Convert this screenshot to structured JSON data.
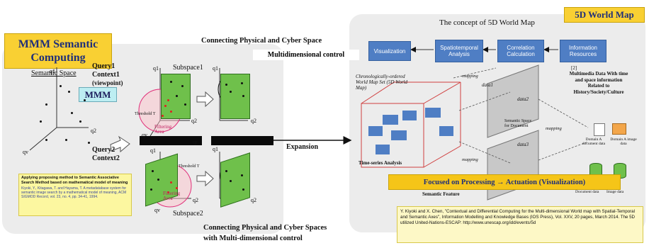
{
  "left": {
    "title": "MMM Semantic Computing",
    "semantic_space": "Semantic Space",
    "query1": "Query1",
    "context1": "Context1",
    "viewpoint": "(viewpoint)",
    "mmm": "MMM",
    "query2": "Query2",
    "context2": "Context2",
    "subspace1": "Subspace1",
    "subspace2": "Subspace2",
    "threshold": "Threshold T",
    "filtering_area": "Filtering Area",
    "q1": "q1",
    "q2": "q2",
    "qv": "qv",
    "qr": "qr",
    "note_title": "Applying proposing method to Semantic Associative Search Method based on mathematical model of meaning",
    "note_ref": "Kiyoki, Y., Kitagawa, T. and Hayama, T. A metadatabase system for semantic image search by a mathematical model of meaning, ACM SIGMOD Record, vol. 23, no. 4, pp. 34-41, 1994."
  },
  "center": {
    "connecting_top": "Connecting Physical and Cyber Space",
    "multidim_control": "Multidimensional  control",
    "expansion": "Expansion",
    "connecting_bottom_1": "Connecting Physical and Cyber Spaces",
    "connecting_bottom_2": "with Multi-dimensional control"
  },
  "right": {
    "title_badge": "5D World Map",
    "concept_title": "The concept of 5D World Map",
    "flow_boxes": [
      "Visualization",
      "Spatiotemporal Analysis",
      "Correlation Calculation",
      "Information Resources"
    ],
    "world_map_label": "Chronologically-ordered World Map Set (5D World Map)",
    "ref2": "[2]",
    "multimedia_text": "Multimedia Data With time and space information Related to History/Society/Culture",
    "semantic_space_doc": "Semantic Space for Document",
    "time_series": "Time-series Analysis",
    "semantic_feature": "Semantic Feature",
    "domain_doc": "Domain A document data",
    "domain_img": "Domain A image data",
    "doc_data": "Document data",
    "img_data": "Image data",
    "mapping": "mapping",
    "data1": "data1",
    "data2": "data2",
    "data3": "data3",
    "focus_banner": "Focused on Processing → Actuation (Visualization)",
    "citation": "Y. Kiyoki and X. Chen, \"Contextual and Differential Computing for the Multi-dimensional World map with Spatial-Temporal and Semantic Axes\", Information Modelling and Knowledge Bases (IOS Press), Vol. XXV, 20 pages, March 2014. The 5D utilized United-Nations-ESCAP: http://www.unescap.org/idd/events/5d"
  },
  "colors": {
    "panel": "#ececec",
    "badge": "#f9d033",
    "green": "#6fc04b",
    "blue": "#4f7ec4",
    "focus": "#f5c518"
  }
}
